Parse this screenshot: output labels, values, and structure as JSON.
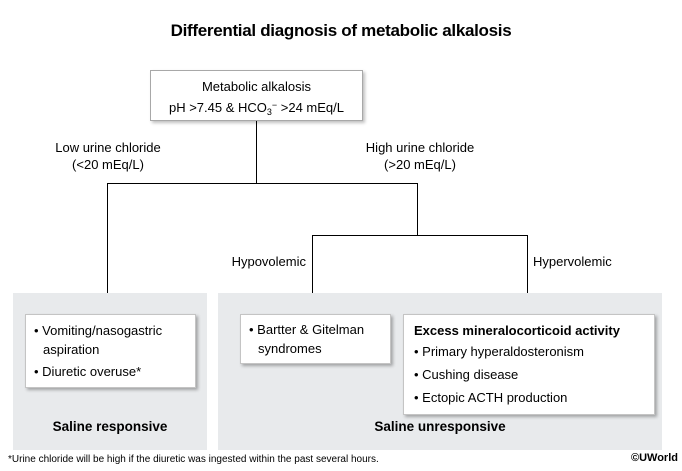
{
  "title": "Differential diagnosis of metabolic alkalosis",
  "root_box": {
    "line1": "Metabolic alkalosis",
    "line2_pre": "pH >7.45 & HCO",
    "line2_sub": "3",
    "line2_sup": "−",
    "line2_post": " >24 mEq/L"
  },
  "branches": {
    "low": {
      "line1": "Low urine chloride",
      "line2": "(<20 mEq/L)"
    },
    "high": {
      "line1": "High urine chloride",
      "line2": "(>20 mEq/L)"
    },
    "hypovolemic": "Hypovolemic",
    "hypervolemic": "Hypervolemic"
  },
  "panels": {
    "saline_responsive": {
      "caption": "Saline responsive",
      "box": {
        "items": [
          "• Vomiting/nasogastric aspiration",
          "• Diuretic overuse*"
        ]
      }
    },
    "saline_unresponsive": {
      "caption": "Saline unresponsive",
      "hypovolemic_box": {
        "items": [
          "• Bartter & Gitelman syndromes"
        ]
      },
      "hypervolemic_box": {
        "heading": "Excess mineralocorticoid activity",
        "items": [
          "• Primary hyperaldosteronism",
          "• Cushing disease",
          "• Ectopic ACTH production"
        ]
      }
    }
  },
  "footnote": "*Urine chloride will be high if the diuretic was ingested within the past several hours.",
  "credit": "©UWorld",
  "colors": {
    "panel_bg": "#e8eaec",
    "line": "#000000",
    "box_border": "#c4c4c4"
  }
}
